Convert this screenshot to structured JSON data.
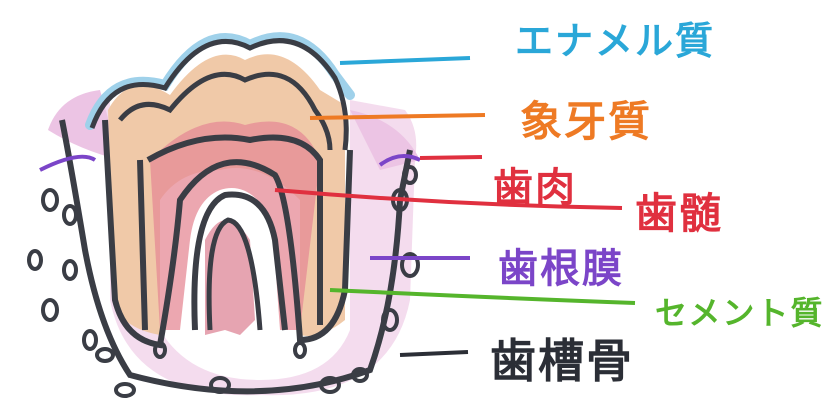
{
  "labels": {
    "enamel": "エナメル質",
    "dentin": "象牙質",
    "gingiva": "歯肉",
    "pulp": "歯髄",
    "periodontal_ligament": "歯根膜",
    "cementum": "セメント質",
    "alveolar_bone": "歯槽骨"
  },
  "colors": {
    "enamel": "#2aa7d8",
    "dentin": "#ee7a24",
    "gingiva": "#e0303f",
    "pulp": "#e0303f",
    "periodontal_ligament": "#7b45c8",
    "cementum": "#55b52c",
    "alveolar_bone": "#2b2e36"
  }
}
